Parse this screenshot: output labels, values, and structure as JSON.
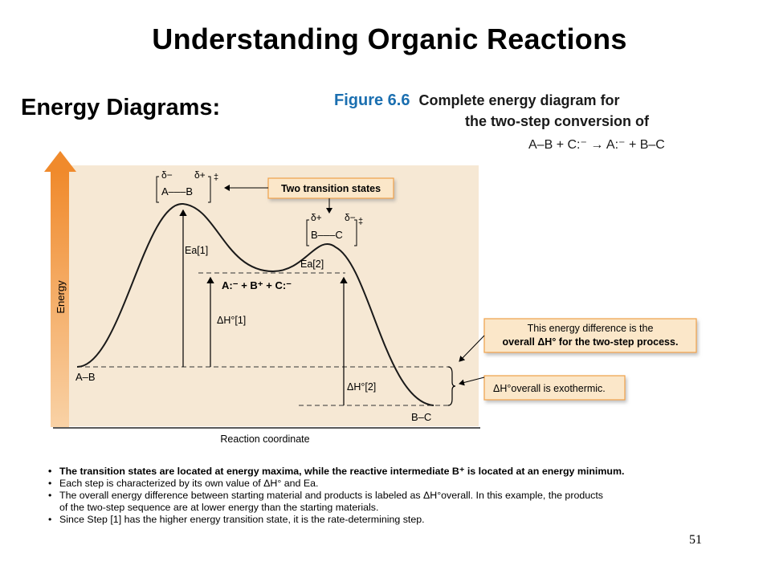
{
  "slide": {
    "title": "Understanding Organic Reactions",
    "subtitle": "Energy Diagrams:",
    "page_number": "51"
  },
  "caption": {
    "figure_label": "Figure 6.6",
    "line1": "Complete energy diagram for",
    "line2": "the two-step conversion of",
    "equation": "A–B + C:⁻ → A:⁻ + B–C"
  },
  "diagram": {
    "y_axis_label": "Energy",
    "x_axis_label": "Reaction coordinate",
    "reactant_label": "A–B",
    "product_label": "B–C",
    "ts1_label": "A–––B",
    "ts2_label": "B–––C",
    "intermediate_label": "A:⁻   +   B⁺   +   C:⁻",
    "ea1_label": "Ea[1]",
    "ea2_label": "Ea[2]",
    "dh1_label": "ΔH°[1]",
    "dh2_label": "ΔH°[2]",
    "callout_ts": "Two transition states",
    "callout_overall_line1": "This energy difference is the",
    "callout_overall_line2": "overall ΔH° for the two-step process.",
    "callout_exo": "ΔH°overall is exothermic.",
    "colors": {
      "panel": "#f6e8d4",
      "axis_arrow": "#ef9c48",
      "callout_fill": "#fbe7c9",
      "callout_stroke": "#f0a24a"
    }
  },
  "bullets": [
    "The transition states are located at energy maxima, while the reactive intermediate B⁺ is located at an energy minimum.",
    "Each step is characterized by its own value of ΔH° and Ea.",
    "The overall energy difference between starting material and products is labeled as ΔH°overall. In this example, the products",
    "of the two-step sequence are at lower energy than the starting materials.",
    "Since Step [1] has the higher energy transition state, it is the rate-determining step."
  ]
}
